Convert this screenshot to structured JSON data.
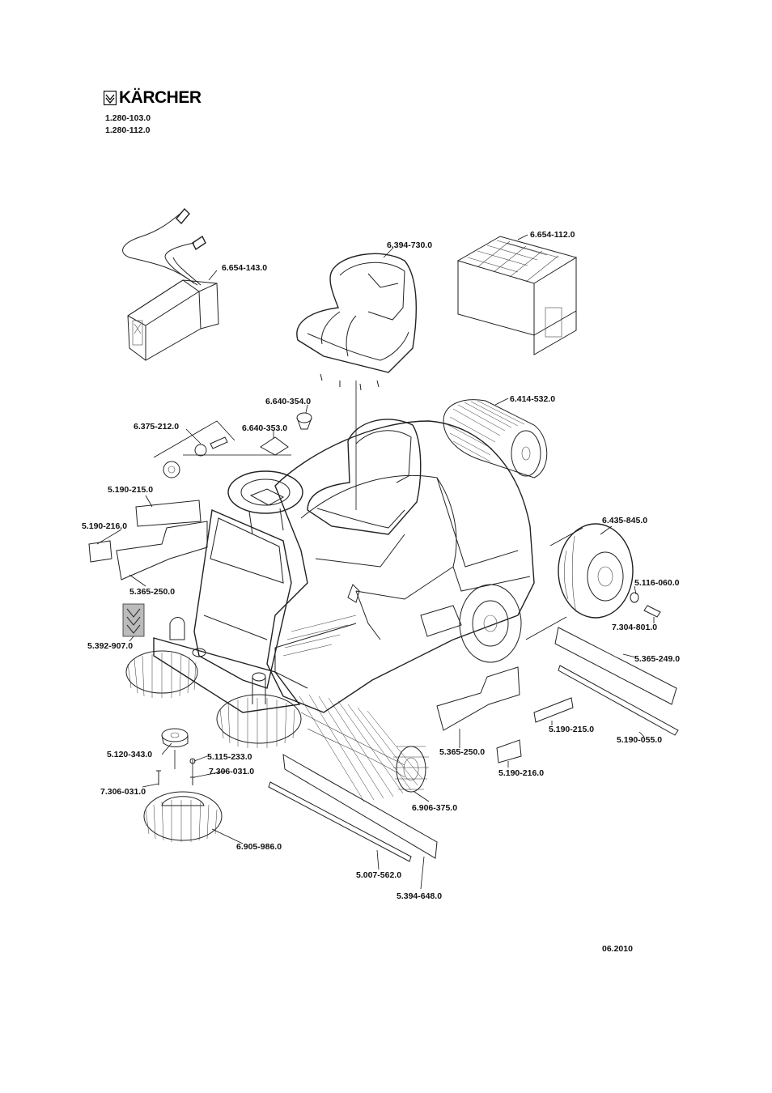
{
  "brand": {
    "logo_text": "KÄRCHER"
  },
  "models": [
    "1.280-103.0",
    "1.280-112.0"
  ],
  "footer_date": "06.2010",
  "parts": [
    {
      "id": "charger",
      "number": "6.654-143.0"
    },
    {
      "id": "seat-top",
      "number": "6.394-730.0"
    },
    {
      "id": "battery",
      "number": "6.654-112.0"
    },
    {
      "id": "knob",
      "number": "6.640-354.0"
    },
    {
      "id": "main-broom",
      "number": "6.414-532.0"
    },
    {
      "id": "key-switch",
      "number": "6.375-212.0"
    },
    {
      "id": "lever-knob",
      "number": "6.640-353.0"
    },
    {
      "id": "strip-left-1",
      "number": "5.190-215.0"
    },
    {
      "id": "strip-left-2",
      "number": "5.190-216.0"
    },
    {
      "id": "flap-left",
      "number": "5.365-250.0"
    },
    {
      "id": "rear-wheel",
      "number": "6.435-845.0"
    },
    {
      "id": "washer",
      "number": "5.116-060.0"
    },
    {
      "id": "screw-wheel",
      "number": "7.304-801.0"
    },
    {
      "id": "label",
      "number": "5.392-907.0"
    },
    {
      "id": "flap-right-long",
      "number": "5.365-249.0"
    },
    {
      "id": "strip-right-1",
      "number": "5.190-215.0"
    },
    {
      "id": "strip-right-long",
      "number": "5.190-055.0"
    },
    {
      "id": "flap-right",
      "number": "5.365-250.0"
    },
    {
      "id": "strip-right-2",
      "number": "5.190-216.0"
    },
    {
      "id": "hub",
      "number": "5.120-343.0"
    },
    {
      "id": "bolt",
      "number": "5.115-233.0"
    },
    {
      "id": "screw-a",
      "number": "7.306-031.0"
    },
    {
      "id": "screw-b",
      "number": "7.306-031.0"
    },
    {
      "id": "roller-brush",
      "number": "6.906-375.0"
    },
    {
      "id": "side-brush",
      "number": "6.905-986.0"
    },
    {
      "id": "strip-front",
      "number": "5.007-562.0"
    },
    {
      "id": "flap-front",
      "number": "5.394-648.0"
    }
  ]
}
